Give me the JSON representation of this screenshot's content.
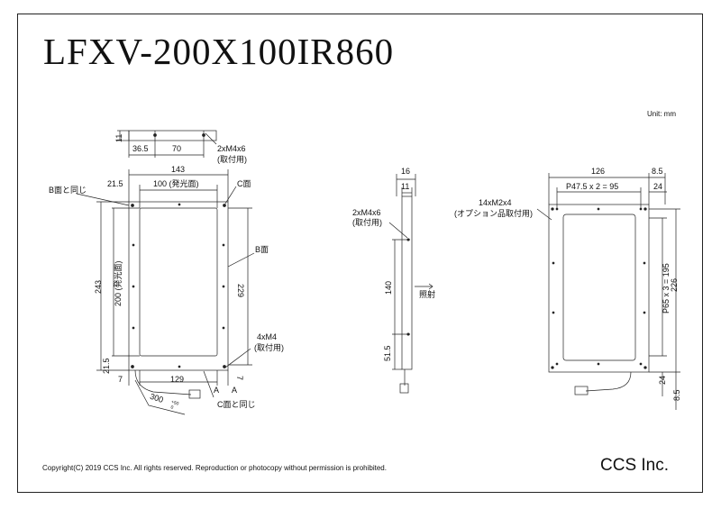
{
  "title": "LFXV-200X100IR860",
  "unit": "Unit: mm",
  "copyright": "Copyright(C) 2019 CCS Inc. All rights reserved. Reproduction or photocopy without permission is prohibited.",
  "company": "CCS Inc.",
  "front": {
    "d11": "11",
    "d36_5": "36.5",
    "d70": "70",
    "hole_top": "2xM4x6",
    "hole_top_note": "(取付用)",
    "d143": "143",
    "d21_5": "21.5",
    "d100": "100 (発光面)",
    "same_b": "B面と同じ",
    "face_c": "C面",
    "face_b": "B面",
    "d243": "243",
    "d200": "200 (発光面)",
    "d229": "229",
    "hole_side": "4xM4",
    "hole_side_note": "(取付用)",
    "d21_5b": "21.5",
    "d7a": "7",
    "d129": "129",
    "d7b": "7",
    "a1": "A",
    "a2": "A",
    "d300": "300",
    "tol": "+50",
    "tol0": "0",
    "same_c": "C面と同じ"
  },
  "side": {
    "d16": "16",
    "d11": "11",
    "hole": "2xM4x6",
    "hole_note": "(取付用)",
    "d140": "140",
    "d51_5": "51.5",
    "direction": "照射"
  },
  "back": {
    "d126": "126",
    "d8_5": "8.5",
    "pitch_h": "P47.5 x 2 = 95",
    "d24": "24",
    "hole": "14xM2x4",
    "hole_note": "(オプション品取付用)",
    "pitch_v": "P65 x 3 = 195",
    "d226": "226",
    "d24b": "24",
    "d8_5b": "8.5"
  }
}
